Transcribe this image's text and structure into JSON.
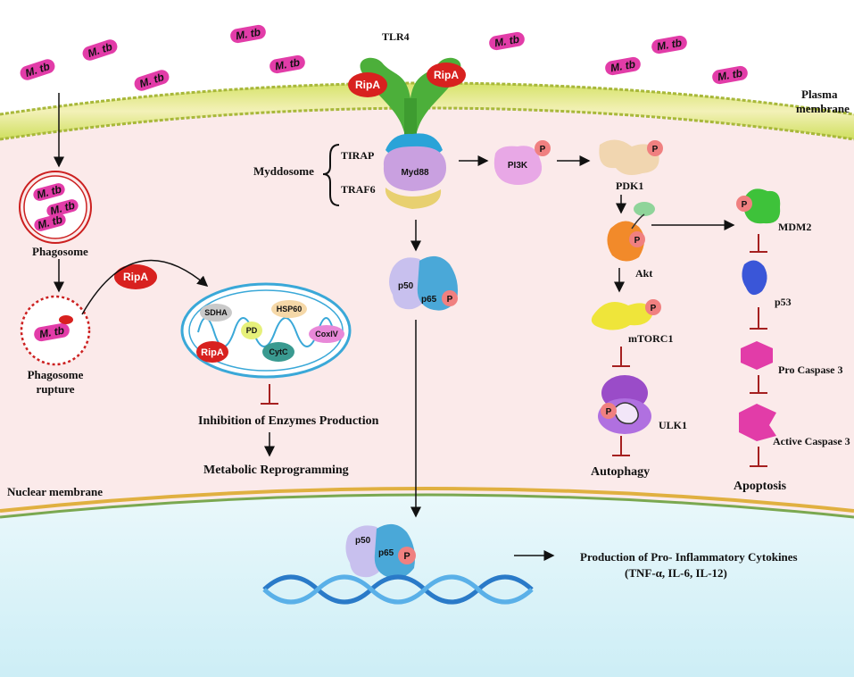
{
  "pathogen": {
    "label": "M. tb"
  },
  "membranes": {
    "plasma": [
      "Plasma",
      "membrane"
    ],
    "nuclear": "Nuclear membrane"
  },
  "receptor": {
    "tlr4": "TLR4",
    "ripa": "RipA"
  },
  "myddosome": {
    "label": "Myddosome",
    "tirap": "TIRAP",
    "traf6": "TRAF6",
    "myd88": "Myd88"
  },
  "phagosome": {
    "label": "Phagosome",
    "rupture": [
      "Phagosome",
      "rupture"
    ]
  },
  "mitochondria": {
    "enzymes": [
      "SDHA",
      "HSP60",
      "PD",
      "CoxIV",
      "RipA",
      "CytC"
    ]
  },
  "outcomes": {
    "inhibition": "Inhibition of Enzymes Production",
    "metabolic": "Metabolic Reprogramming",
    "autophagy": "Autophagy",
    "apoptosis": "Apoptosis",
    "cytokines": [
      "Production of Pro- Inflammatory Cytokines",
      "(TNF-α, IL-6, IL-12)"
    ]
  },
  "nfkb": {
    "p50": "p50",
    "p65": "p65",
    "phos": "P"
  },
  "pi3k_pathway": {
    "pi3k": "PI3K",
    "pdk1": "PDK1",
    "akt": "Akt",
    "mtorc1": "mTORC1",
    "ulk1": "ULK1"
  },
  "p53_pathway": {
    "mdm2": "MDM2",
    "p53": "p53",
    "pro_caspase3": "Pro Caspase 3",
    "active_caspase3": "Active Caspase 3"
  }
}
